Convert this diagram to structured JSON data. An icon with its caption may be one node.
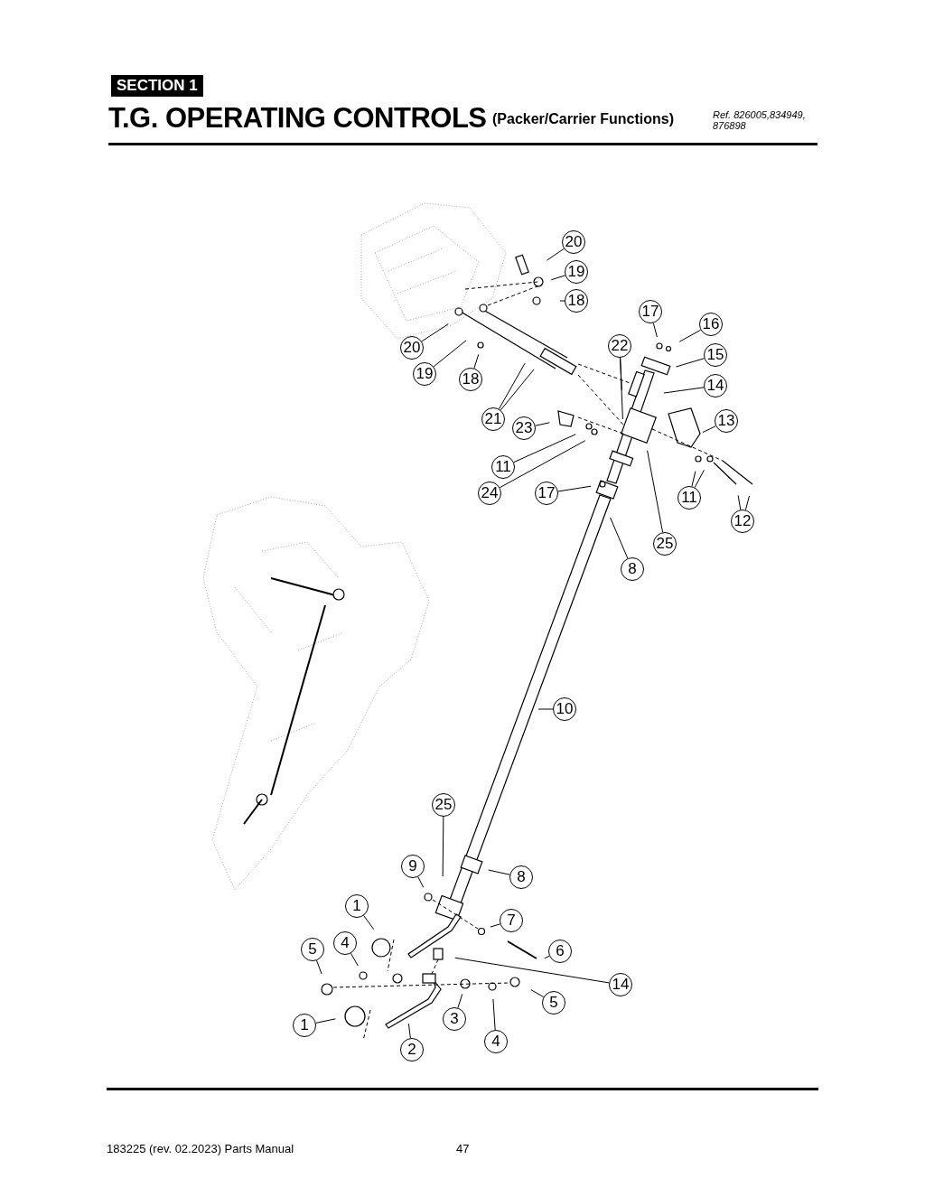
{
  "diagram": {
    "title": "T.G. OPERATING CONTROLS",
    "nodes": [
      {
        "text": [
          "20"
        ]
      },
      {
        "text": [
          "19"
        ]
      },
      {
        "text": [
          "18"
        ]
      },
      {
        "text": [
          "20"
        ]
      },
      {
        "text": [
          "19"
        ]
      },
      {
        "text": [
          "18"
        ]
      },
      {
        "text": [
          "17"
        ]
      },
      {
        "text": [
          "16"
        ]
      },
      {
        "text": [
          "22"
        ]
      },
      {
        "text": [
          "15"
        ]
      },
      {
        "text": [
          "14"
        ]
      },
      {
        "text": [
          "13"
        ]
      },
      {
        "text": [
          "21"
        ]
      },
      {
        "text": [
          "23"
        ]
      },
      {
        "text": [
          "11"
        ]
      },
      {
        "text": [
          "24"
        ]
      },
      {
        "text": [
          "17"
        ]
      },
      {
        "text": [
          "11"
        ]
      },
      {
        "text": [
          "12"
        ]
      },
      {
        "text": [
          "25"
        ]
      },
      {
        "text": [
          "8"
        ]
      },
      {
        "text": [
          "10"
        ]
      },
      {
        "text": [
          "25"
        ]
      },
      {
        "text": [
          "9"
        ]
      },
      {
        "text": [
          "8"
        ]
      },
      {
        "text": [
          "1"
        ]
      },
      {
        "text": [
          "7"
        ]
      },
      {
        "text": [
          "5"
        ]
      },
      {
        "text": [
          "4"
        ]
      },
      {
        "text": [
          "6"
        ]
      },
      {
        "text": [
          "14"
        ]
      },
      {
        "text": [
          "5"
        ]
      },
      {
        "text": [
          "1"
        ]
      },
      {
        "text": [
          "3"
        ]
      },
      {
        "text": [
          "4"
        ]
      },
      {
        "text": [
          "2"
        ]
      }
    ],
    "edges": [
      {
        "from": 0,
        "to": null,
        "arrow": "none"
      },
      {
        "from": 1,
        "to": null,
        "arrow": "none"
      },
      {
        "from": 2,
        "to": null,
        "arrow": "none"
      },
      {
        "from": 3,
        "to": null,
        "arrow": "none"
      },
      {
        "from": 4,
        "to": null,
        "arrow": "none"
      },
      {
        "from": 5,
        "to": null,
        "arrow": "none"
      },
      {
        "from": 6,
        "to": null,
        "arrow": "none"
      },
      {
        "from": 7,
        "to": null,
        "arrow": "none"
      },
      {
        "from": 8,
        "to": null,
        "arrow": "none"
      },
      {
        "from": 8,
        "to": null,
        "arrow": "none"
      },
      {
        "from": 9,
        "to": null,
        "arrow": "none"
      },
      {
        "from": 10,
        "to": null,
        "arrow": "none"
      },
      {
        "from": 11,
        "to": null,
        "arrow": "none"
      },
      {
        "from": 12,
        "to": null,
        "arrow": "none"
      },
      {
        "from": 12,
        "to": null,
        "arrow": "none"
      },
      {
        "from": 13,
        "to": null,
        "arrow": "none"
      },
      {
        "from": 14,
        "to": null,
        "arrow": "none"
      },
      {
        "from": 15,
        "to": null,
        "arrow": "none"
      },
      {
        "from": 16,
        "to": null,
        "arrow": "none"
      },
      {
        "from": 17,
        "to": null,
        "arrow": "none"
      },
      {
        "from": 17,
        "to": null,
        "arrow": "none"
      },
      {
        "from": 18,
        "to": null,
        "arrow": "none"
      },
      {
        "from": 18,
        "to": null,
        "arrow": "none"
      },
      {
        "from": 19,
        "to": null,
        "arrow": "none"
      },
      {
        "from": 20,
        "to": null,
        "arrow": "none"
      },
      {
        "from": 21,
        "to": null,
        "arrow": "none"
      },
      {
        "from": 22,
        "to": null,
        "arrow": "none"
      },
      {
        "from": 23,
        "to": null,
        "arrow": "none"
      },
      {
        "from": 24,
        "to": null,
        "arrow": "none"
      },
      {
        "from": 25,
        "to": null,
        "arrow": "none"
      },
      {
        "from": 26,
        "to": null,
        "arrow": "none"
      },
      {
        "from": 27,
        "to": null,
        "arrow": "none"
      },
      {
        "from": 28,
        "to": null,
        "arrow": "none"
      },
      {
        "from": 29,
        "to": null,
        "arrow": "none"
      },
      {
        "from": 30,
        "to": null,
        "arrow": "none"
      },
      {
        "from": 31,
        "to": null,
        "arrow": "none"
      },
      {
        "from": 32,
        "to": null,
        "arrow": "none"
      },
      {
        "from": 33,
        "to": null,
        "arrow": "none"
      },
      {
        "from": 34,
        "to": null,
        "arrow": "none"
      },
      {
        "from": 35,
        "to": null,
        "arrow": "none"
      }
    ],
    "labels": [
      "SECTION 1",
      "(Packer/Carrier Functions)",
      "Ref. 826005,834949, 876898",
      "183225 (rev. 02.2023) Parts Manual",
      "47"
    ]
  }
}
